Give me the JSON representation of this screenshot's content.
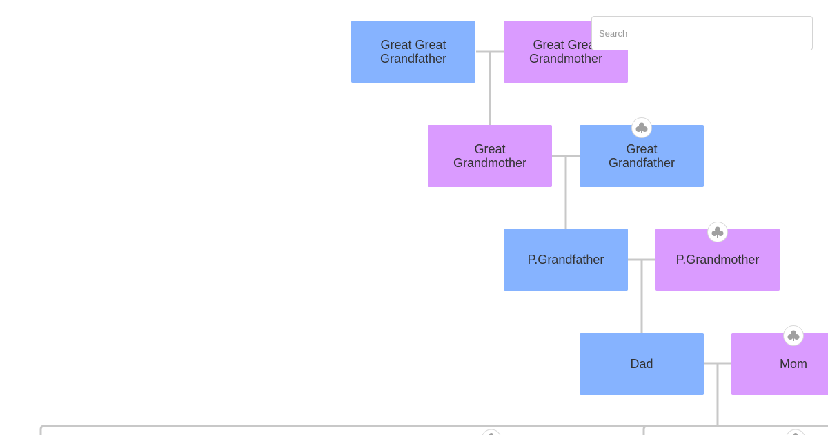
{
  "search": {
    "placeholder": "Search"
  },
  "nodes": {
    "great_great_grandfather": {
      "label": "Great Great Grandfather",
      "gender": "male"
    },
    "great_great_grandmother": {
      "label": "Great Great Grandmother",
      "gender": "female"
    },
    "great_grandmother": {
      "label": "Great Grandmother",
      "gender": "female"
    },
    "great_grandfather": {
      "label": "Great Grandfather",
      "gender": "male"
    },
    "p_grandfather": {
      "label": "P.Grandfather",
      "gender": "male"
    },
    "p_grandmother": {
      "label": "P.Grandmother",
      "gender": "female"
    },
    "dad": {
      "label": "Dad",
      "gender": "male"
    },
    "mom": {
      "label": "Mom",
      "gender": "female"
    }
  },
  "colors": {
    "male": "#86b3ff",
    "female": "#da9bff",
    "connector": "#c8c8c8",
    "badge_icon": "#a0a0a0"
  },
  "icons": {
    "node_badge": "clover-icon"
  }
}
